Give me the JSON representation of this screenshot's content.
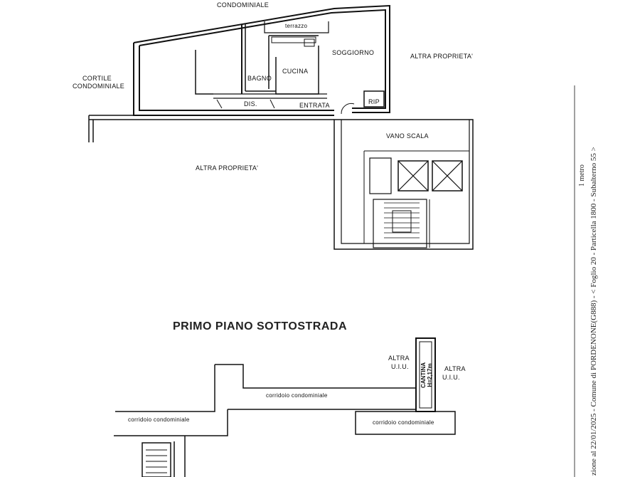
{
  "plan_labels": {
    "condominiale_top": "CONDOMINIALE",
    "terrazzo": "terrazzo",
    "soggiorno": "SOGGIORNO",
    "altra_proprieta_right": "ALTRA PROPRIETA'",
    "cortile_line1": "CORTILE",
    "cortile_line2": "CONDOMINIALE",
    "bagno": "BAGNO",
    "cucina": "CUCINA",
    "dis": "DIS.",
    "entrata": "ENTRATA",
    "rip": "RIP",
    "vano_scala": "VANO SCALA",
    "altra_proprieta_left": "ALTRA PROPRIETA'"
  },
  "basement": {
    "title": "PRIMO PIANO SOTTOSTRADA",
    "altra_uiu_left_1": "ALTRA",
    "altra_uiu_left_2": "U.I.U.",
    "altra_uiu_right_1": "ALTRA",
    "altra_uiu_right_2": "U.I.U.",
    "cantina_1": "CANTINA",
    "cantina_2": "H=2,17m",
    "corridoio_1": "corridoio condominiale",
    "corridoio_2": "corridoio condominiale",
    "corridoio_3": "corridoio condominiale"
  },
  "side_annotation": {
    "main": "zione al 22/01/2025 - Comune di PORDENONE(G888) - < Foglio 20 - Particella 1800 - Subalterno 55 >",
    "partial": "1 metro"
  }
}
